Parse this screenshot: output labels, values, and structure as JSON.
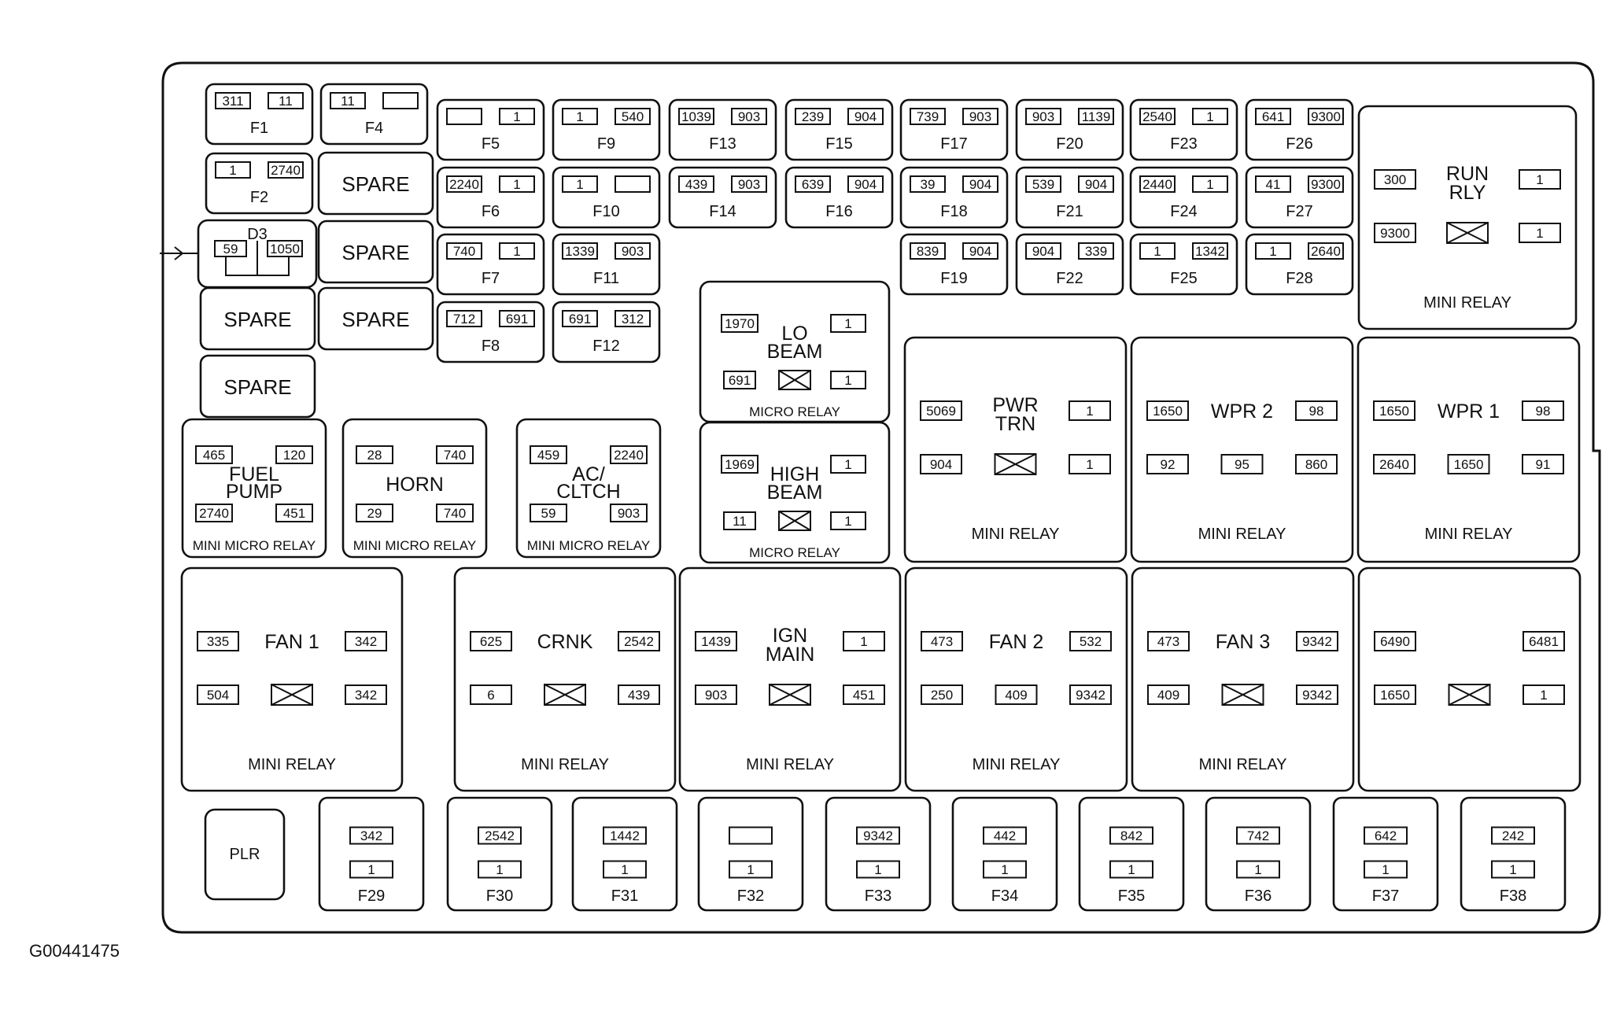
{
  "diagram_id": "G00441475",
  "fuses": [
    {
      "id": "F1",
      "terms": [
        "311",
        "11"
      ]
    },
    {
      "id": "F4",
      "terms": [
        "11",
        ""
      ]
    },
    {
      "id": "F2",
      "terms": [
        "1",
        "2740"
      ]
    },
    {
      "id": "F5",
      "terms": [
        "",
        "1"
      ]
    },
    {
      "id": "F6",
      "terms": [
        "2240",
        "1"
      ]
    },
    {
      "id": "F7",
      "terms": [
        "740",
        "1"
      ]
    },
    {
      "id": "F8",
      "terms": [
        "712",
        "691"
      ]
    },
    {
      "id": "F9",
      "terms": [
        "1",
        "540"
      ]
    },
    {
      "id": "F10",
      "terms": [
        "1",
        ""
      ]
    },
    {
      "id": "F11",
      "terms": [
        "1339",
        "903"
      ]
    },
    {
      "id": "F12",
      "terms": [
        "691",
        "312"
      ]
    },
    {
      "id": "F13",
      "terms": [
        "1039",
        "903"
      ]
    },
    {
      "id": "F14",
      "terms": [
        "439",
        "903"
      ]
    },
    {
      "id": "F15",
      "terms": [
        "239",
        "904"
      ]
    },
    {
      "id": "F16",
      "terms": [
        "639",
        "904"
      ]
    },
    {
      "id": "F17",
      "terms": [
        "739",
        "903"
      ]
    },
    {
      "id": "F18",
      "terms": [
        "39",
        "904"
      ]
    },
    {
      "id": "F19",
      "terms": [
        "839",
        "904"
      ]
    },
    {
      "id": "F20",
      "terms": [
        "903",
        "1139"
      ]
    },
    {
      "id": "F21",
      "terms": [
        "539",
        "904"
      ]
    },
    {
      "id": "F22",
      "terms": [
        "904",
        "339"
      ]
    },
    {
      "id": "F23",
      "terms": [
        "2540",
        "1"
      ]
    },
    {
      "id": "F24",
      "terms": [
        "2440",
        "1"
      ]
    },
    {
      "id": "F25",
      "terms": [
        "1",
        "1342"
      ]
    },
    {
      "id": "F26",
      "terms": [
        "641",
        "9300"
      ]
    },
    {
      "id": "F27",
      "terms": [
        "41",
        "9300"
      ]
    },
    {
      "id": "F28",
      "terms": [
        "1",
        "2640"
      ]
    }
  ],
  "diode": {
    "id": "D3",
    "terms": [
      "59",
      "1050"
    ]
  },
  "spare_label": "SPARE",
  "mini_micro_relays": [
    {
      "name_lines": [
        "FUEL",
        "PUMP"
      ],
      "terms": [
        "465",
        "120",
        "2740",
        "451"
      ],
      "footer": "MINI MICRO RELAY"
    },
    {
      "name_lines": [
        "HORN"
      ],
      "terms": [
        "28",
        "740",
        "29",
        "740"
      ],
      "footer": "MINI MICRO RELAY"
    },
    {
      "name_lines": [
        "AC/",
        "CLTCH"
      ],
      "terms": [
        "459",
        "2240",
        "59",
        "903"
      ],
      "footer": "MINI MICRO RELAY"
    }
  ],
  "micro_relays": [
    {
      "name_lines": [
        "LO",
        "BEAM"
      ],
      "terms": [
        "1970",
        "1",
        "691",
        "1"
      ],
      "footer": "MICRO RELAY"
    },
    {
      "name_lines": [
        "HIGH",
        "BEAM"
      ],
      "terms": [
        "1969",
        "1",
        "11",
        "1"
      ],
      "footer": "MICRO RELAY"
    }
  ],
  "mini_relays": [
    {
      "name_lines": [
        "RUN",
        "RLY"
      ],
      "terms": [
        "300",
        "1",
        "9300",
        "1"
      ],
      "mid": "",
      "footer": "MINI RELAY"
    },
    {
      "name_lines": [
        "PWR",
        "TRN"
      ],
      "terms": [
        "5069",
        "1",
        "904",
        "1"
      ],
      "mid": "",
      "footer": "MINI RELAY"
    },
    {
      "name_lines": [
        "WPR  2"
      ],
      "terms": [
        "1650",
        "98",
        "92",
        "860"
      ],
      "mid": "95",
      "footer": "MINI RELAY"
    },
    {
      "name_lines": [
        "WPR  1"
      ],
      "terms": [
        "1650",
        "98",
        "2640",
        "91"
      ],
      "mid": "1650",
      "footer": "MINI RELAY"
    },
    {
      "name_lines": [
        "FAN  1"
      ],
      "terms": [
        "335",
        "342",
        "504",
        "342"
      ],
      "mid": "",
      "footer": "MINI RELAY"
    },
    {
      "name_lines": [
        "CRNK"
      ],
      "terms": [
        "625",
        "2542",
        "6",
        "439"
      ],
      "mid": "",
      "footer": "MINI RELAY"
    },
    {
      "name_lines": [
        "IGN",
        "MAIN"
      ],
      "terms": [
        "1439",
        "1",
        "903",
        "451"
      ],
      "mid": "",
      "footer": "MINI RELAY"
    },
    {
      "name_lines": [
        "FAN  2"
      ],
      "terms": [
        "473",
        "532",
        "250",
        "9342"
      ],
      "mid": "409",
      "footer": "MINI RELAY"
    },
    {
      "name_lines": [
        "FAN  3"
      ],
      "terms": [
        "473",
        "9342",
        "409",
        "9342"
      ],
      "mid": "",
      "footer": "MINI RELAY"
    },
    {
      "name_lines": [],
      "terms": [
        "6490",
        "6481",
        "1650",
        "1"
      ],
      "mid": "",
      "footer": ""
    }
  ],
  "pcb_label": "PLR",
  "maxi_fuses": [
    {
      "id": "F29",
      "terms": [
        "342",
        "1"
      ]
    },
    {
      "id": "F30",
      "terms": [
        "2542",
        "1"
      ]
    },
    {
      "id": "F31",
      "terms": [
        "1442",
        "1"
      ]
    },
    {
      "id": "F32",
      "terms": [
        "",
        "1"
      ]
    },
    {
      "id": "F33",
      "terms": [
        "9342",
        "1"
      ]
    },
    {
      "id": "F34",
      "terms": [
        "442",
        "1"
      ]
    },
    {
      "id": "F35",
      "terms": [
        "842",
        "1"
      ]
    },
    {
      "id": "F36",
      "terms": [
        "742",
        "1"
      ]
    },
    {
      "id": "F37",
      "terms": [
        "642",
        "1"
      ]
    },
    {
      "id": "F38",
      "terms": [
        "242",
        "1"
      ]
    }
  ]
}
